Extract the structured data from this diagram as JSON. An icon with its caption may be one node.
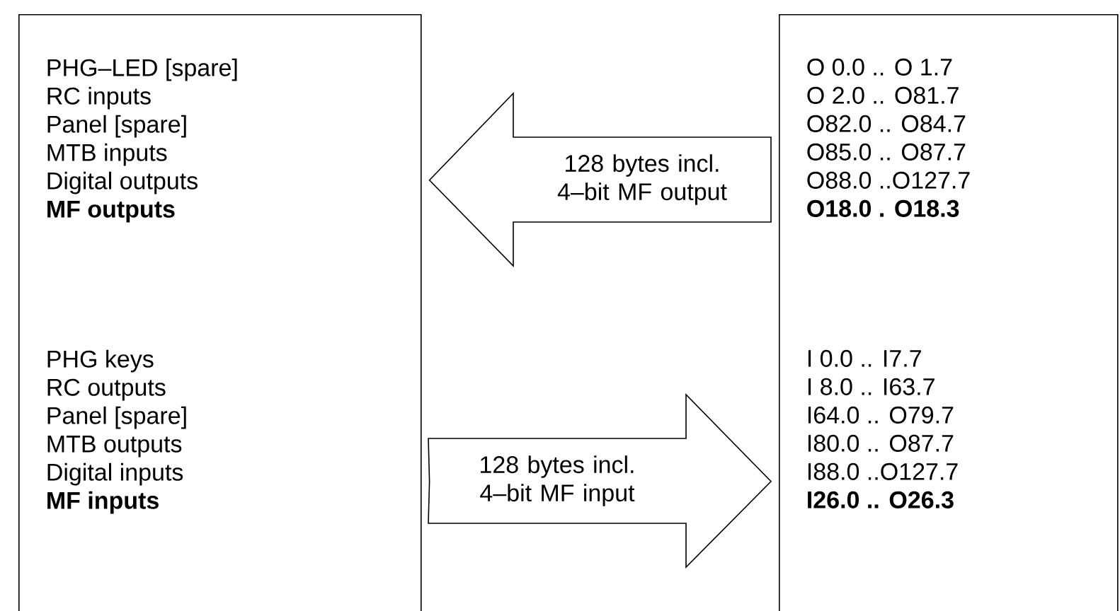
{
  "diagram": {
    "nodes": [
      {
        "text": [
          "PHG–LED [spare]",
          "RC inputs",
          "Panel [spare]",
          "MTB inputs",
          "Digital outputs",
          "MF outputs",
          "PHG keys",
          "RC outputs",
          "Panel [spare]",
          "MTB outputs",
          "Digital inputs",
          "MF inputs"
        ]
      },
      {
        "text": [
          "O 0.0 .. O 1.7",
          "O 2.0 .. O81.7",
          "O82.0 .. O84.7",
          "O85.0 .. O87.7",
          "O88.0 ..O127.7",
          "O18.0 .  O18.3",
          "I 0.0 .. I7.7",
          "I 8.0 .. I63.7",
          "I64.0 .. O79.7",
          "I80.0 .. O87.7",
          "I88.0 ..O127.7",
          "I26.0 ..  O26.3"
        ]
      }
    ],
    "edges": [
      {
        "from": 1,
        "to": 0,
        "arrow": "to",
        "label": "128 bytes incl. 4–bit MF output"
      },
      {
        "from": 0,
        "to": 1,
        "arrow": "to",
        "label": "128 bytes incl. 4–bit MF input"
      }
    ]
  }
}
